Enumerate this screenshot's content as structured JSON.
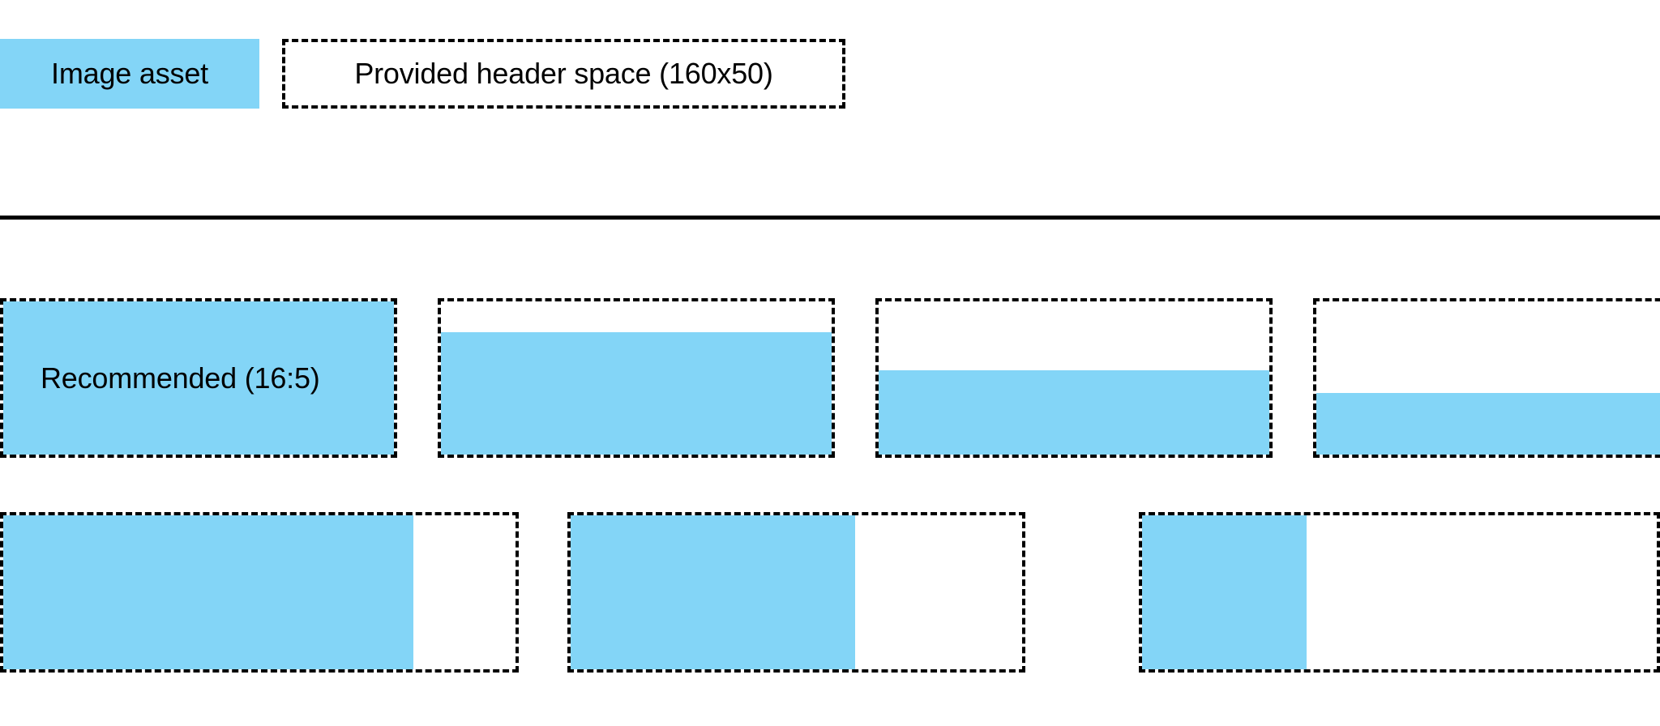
{
  "legend": {
    "swatch_label": "Image asset",
    "swatch_color": "#83d5f7",
    "outline_label": "Provided header space (160x50)",
    "outline_style": "dashed",
    "outline_color": "#000000"
  },
  "divider": {
    "color": "#000000"
  },
  "samples": {
    "rows": [
      {
        "name": "aspect-ratio-row",
        "cells": [
          {
            "label": "Recommended (16:5)",
            "container_width": 490,
            "container_height": 197,
            "fill_width_pct": 100,
            "fill_height_pct": 100,
            "gap_after": 50
          },
          {
            "label": "",
            "container_width": 490,
            "container_height": 197,
            "fill_width_pct": 100,
            "fill_height_pct": 80,
            "gap_after": 50
          },
          {
            "label": "",
            "container_width": 490,
            "container_height": 197,
            "fill_width_pct": 100,
            "fill_height_pct": 55,
            "gap_after": 50
          },
          {
            "label": "",
            "container_width": 490,
            "container_height": 197,
            "fill_width_pct": 100,
            "fill_height_pct": 40,
            "gap_after": 0
          }
        ]
      },
      {
        "name": "width-fill-row",
        "cells": [
          {
            "label": "",
            "container_width": 640,
            "container_height": 198,
            "fill_width_pct": 80,
            "fill_height_pct": 100,
            "gap_after": 60
          },
          {
            "label": "",
            "container_width": 565,
            "container_height": 198,
            "fill_width_pct": 63,
            "fill_height_pct": 100,
            "gap_after": 140
          },
          {
            "label": "",
            "container_width": 643,
            "container_height": 198,
            "fill_width_pct": 32,
            "fill_height_pct": 100,
            "gap_after": 0
          }
        ]
      }
    ]
  }
}
